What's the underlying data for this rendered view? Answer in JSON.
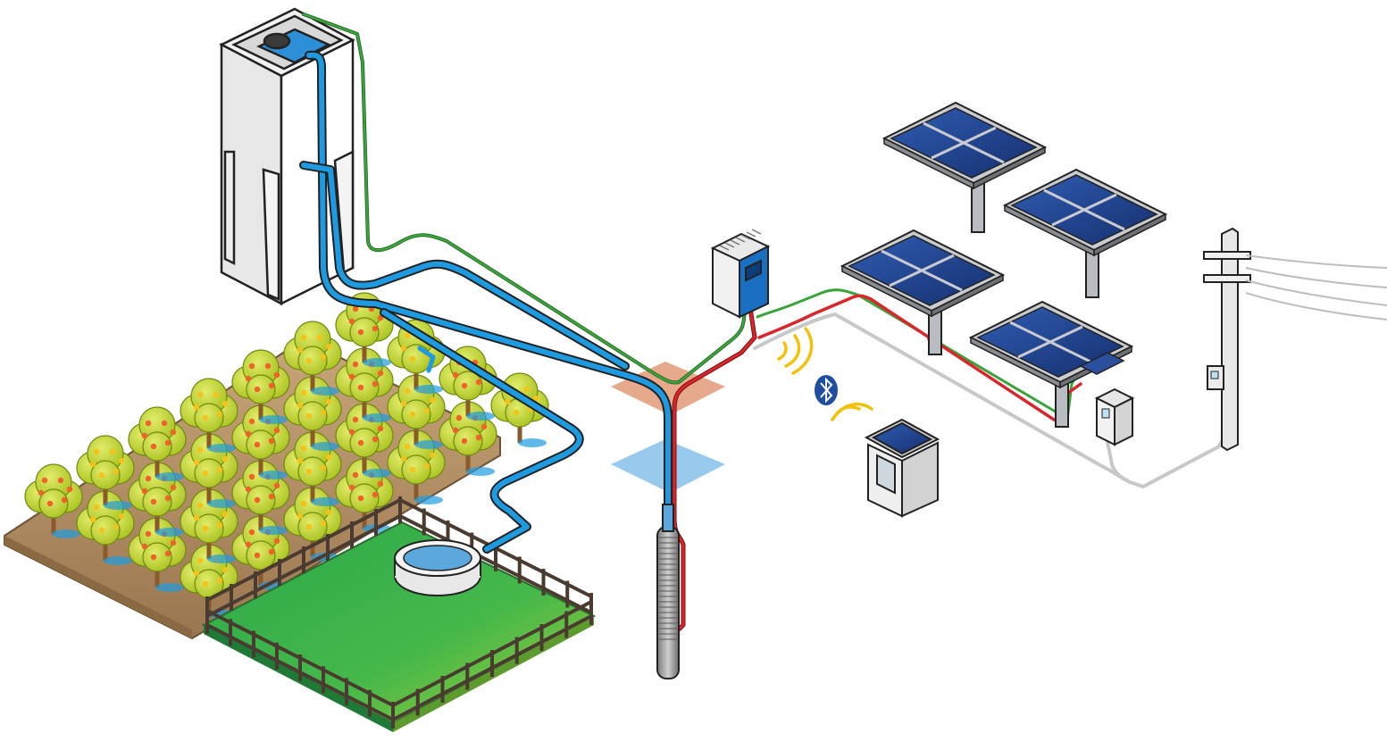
{
  "components": [
    {
      "id": "water-tower",
      "icon": "water-tower-icon"
    },
    {
      "id": "tower-float-switch",
      "icon": "float-switch-icon"
    },
    {
      "id": "orchard",
      "icon": "orchard-icon",
      "trees": 28
    },
    {
      "id": "pasture",
      "icon": "fenced-pasture-icon"
    },
    {
      "id": "watering-trough",
      "icon": "trough-icon"
    },
    {
      "id": "submersible-pump",
      "icon": "borehole-pump-icon"
    },
    {
      "id": "pump-controller",
      "icon": "controller-icon"
    },
    {
      "id": "bluetooth-link",
      "icon": "bluetooth-icon"
    },
    {
      "id": "remote-monitor",
      "icon": "monitor-box-icon"
    },
    {
      "id": "solar-array",
      "icon": "solar-panel-icon",
      "panels": 4
    },
    {
      "id": "grid-switch-box",
      "icon": "switch-box-icon"
    },
    {
      "id": "utility-pole",
      "icon": "utility-pole-icon"
    }
  ],
  "line_colors": {
    "water": "#1e9be0",
    "signal": "#3aa43a",
    "power_dc": "#d9262b",
    "power_ac": "#c8c8c8",
    "ground_orange": "#e3a07e",
    "ground_blue": "#8cc4ea",
    "panel_blue": "#1c3f8c",
    "foliage": "#c6d92c",
    "fruit": "#f2612a",
    "grass": "#3bb54a",
    "soil": "#b08a5e"
  }
}
